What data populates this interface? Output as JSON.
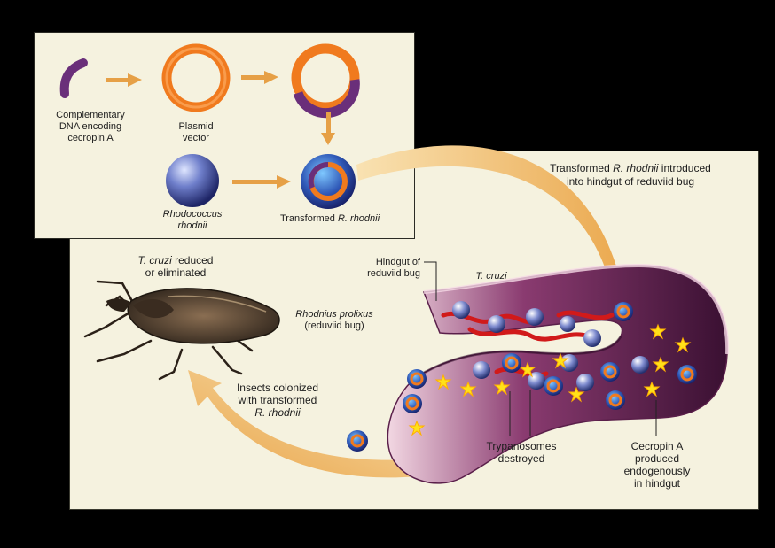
{
  "top_panel": {
    "cdna_label": [
      "Complementary",
      "DNA encoding",
      "cecropin A"
    ],
    "plasmid_label": [
      "Plasmid",
      "vector"
    ],
    "rhodococcus_label": [
      "Rhodococcus",
      "rhodnii"
    ],
    "transformed_label": {
      "prefix": "Transformed ",
      "species": "R. rhodnii"
    }
  },
  "main_panel": {
    "introduced_label": {
      "line1_prefix": "Transformed ",
      "line1_species": "R. rhodnii",
      "line1_suffix": " introduced",
      "line2": "into hindgut of reduviid bug"
    },
    "tcruzi_reduced_label": {
      "line1_species": "T. cruzi",
      "line1_suffix": " reduced",
      "line2": "or eliminated"
    },
    "hindgut_label": [
      "Hindgut of",
      "reduviid bug"
    ],
    "tcruzi_label": "T. cruzi",
    "rhodnius_label": {
      "species": "Rhodnius prolixus",
      "common": "(reduviid bug)"
    },
    "colonized_label": {
      "line1": "Insects colonized",
      "line2": "with transformed",
      "line3_species": "R. rhodnii"
    },
    "trypanosomes_label": [
      "Trypanosomes",
      "destroyed"
    ],
    "cecropin_label": [
      "Cecropin A",
      "produced",
      "endogenously",
      "in hindgut"
    ]
  },
  "colors": {
    "panel_bg": "#f5f2df",
    "frame": "#000000",
    "plasmid_orange": "#f07a1e",
    "cdna_purple": "#6a2f7a",
    "bacterium_blue": "#3f4f9c",
    "arrow_tan": "#f0c070",
    "gut_purple": "#6e2a5a",
    "trypanosome_red": "#d11a1a",
    "cecropin_yellow": "#ffe21a"
  }
}
